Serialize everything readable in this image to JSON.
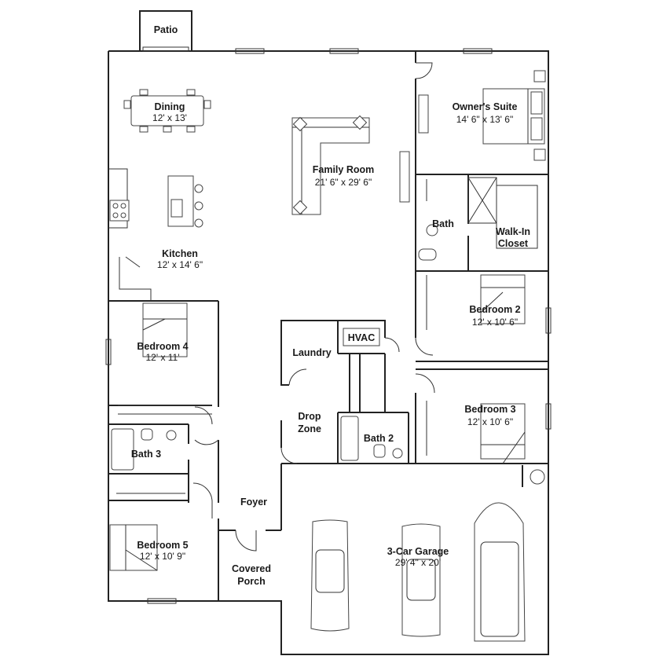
{
  "rooms": {
    "patio": {
      "name": "Patio"
    },
    "dining": {
      "name": "Dining",
      "size": "12' x 13'"
    },
    "family_room": {
      "name": "Family Room",
      "size": "21' 6\" x 29' 6\""
    },
    "owners_suite": {
      "name": "Owner's Suite",
      "size": "14' 6\" x 13' 6\""
    },
    "bath": {
      "name": "Bath"
    },
    "walk_in_closet": {
      "line1": "Walk-In",
      "line2": "Closet"
    },
    "kitchen": {
      "name": "Kitchen",
      "size": "12' x 14' 6\""
    },
    "bedroom_2": {
      "name": "Bedroom 2",
      "size": "12' x 10' 6\""
    },
    "hvac": {
      "name": "HVAC"
    },
    "laundry": {
      "name": "Laundry"
    },
    "bedroom_4": {
      "name": "Bedroom 4",
      "size": "12' x 11'"
    },
    "bedroom_3": {
      "name": "Bedroom 3",
      "size": "12' x 10' 6\""
    },
    "drop_zone": {
      "line1": "Drop",
      "line2": "Zone"
    },
    "bath_2": {
      "name": "Bath 2"
    },
    "bath_3": {
      "name": "Bath 3"
    },
    "foyer": {
      "name": "Foyer"
    },
    "bedroom_5": {
      "name": "Bedroom 5",
      "size": "12' x 10' 9\""
    },
    "garage": {
      "name": "3-Car Garage",
      "size": "29' 4\" x 20'"
    },
    "covered_porch": {
      "line1": "Covered",
      "line2": "Porch"
    }
  }
}
